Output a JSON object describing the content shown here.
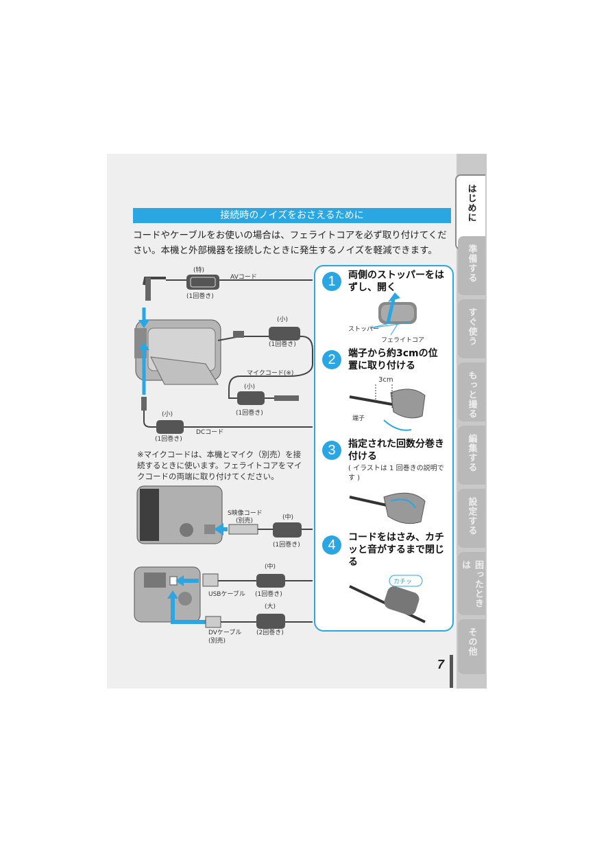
{
  "side_tabs": [
    {
      "label": "はじめに",
      "active": true
    },
    {
      "label": "準備する",
      "active": false
    },
    {
      "label": "すぐ使う",
      "active": false
    },
    {
      "label": "もっと撮る",
      "active": false
    },
    {
      "label": "編集する",
      "active": false
    },
    {
      "label": "設定する",
      "active": false
    },
    {
      "label": "困ったときは",
      "active": false
    },
    {
      "label": "その他",
      "active": false
    }
  ],
  "section_title": "接続時のノイズをおさえるために",
  "intro": "コードやケーブルをお使いの場合は、フェライトコアを必ず取り付けてください。本機と外部機器を接続したときに発生するノイズを軽減できます。",
  "diagram_labels": {
    "av_size": "(特)",
    "av_cord": "AVコード",
    "av_turns": "(1回巻き)",
    "mic_size1": "(小)",
    "mic_turns1": "(1回巻き)",
    "mic_cord": "マイクコード(※)",
    "mic_size2": "(小)",
    "mic_turns2": "(1回巻き)",
    "dc_size": "(小)",
    "dc_turns": "(1回巻き)",
    "dc_cord": "DCコード",
    "s_cord": "S映像コード",
    "s_cord_sold": "(別売)",
    "s_size": "(中)",
    "s_turns": "(1回巻き)",
    "usb_size": "(中)",
    "usb_cable": "USBケーブル",
    "usb_turns": "(1回巻き)",
    "dv_size": "(大)",
    "dv_cable": "DVケーブル",
    "dv_sold": "(別売)",
    "dv_turns": "(2回巻き)"
  },
  "note": "※マイクコードは、本機とマイク（別売）を接続するときに使います。フェライトコアをマイクコードの両端に取り付けてください。",
  "steps": [
    {
      "num": "1",
      "text": "両側のストッパーをはずし、開く"
    },
    {
      "num": "2",
      "text": "端子から約3cmの位置に取り付ける"
    },
    {
      "num": "3",
      "text": "指定された回数分巻き付ける",
      "sub": "( イラストは 1 回巻きの説明です )"
    },
    {
      "num": "4",
      "text": "コードをはさみ、カチッと音がするまで閉じる"
    }
  ],
  "step_labels": {
    "stopper": "ストッパー",
    "ferrite": "フェライトコア",
    "cm": "3cm",
    "terminal": "端子",
    "click": "カチッ"
  },
  "page_number": "7",
  "colors": {
    "accent": "#2aa6e2",
    "page_bg": "#efefef",
    "tab_bg": "#b9b9b9"
  }
}
